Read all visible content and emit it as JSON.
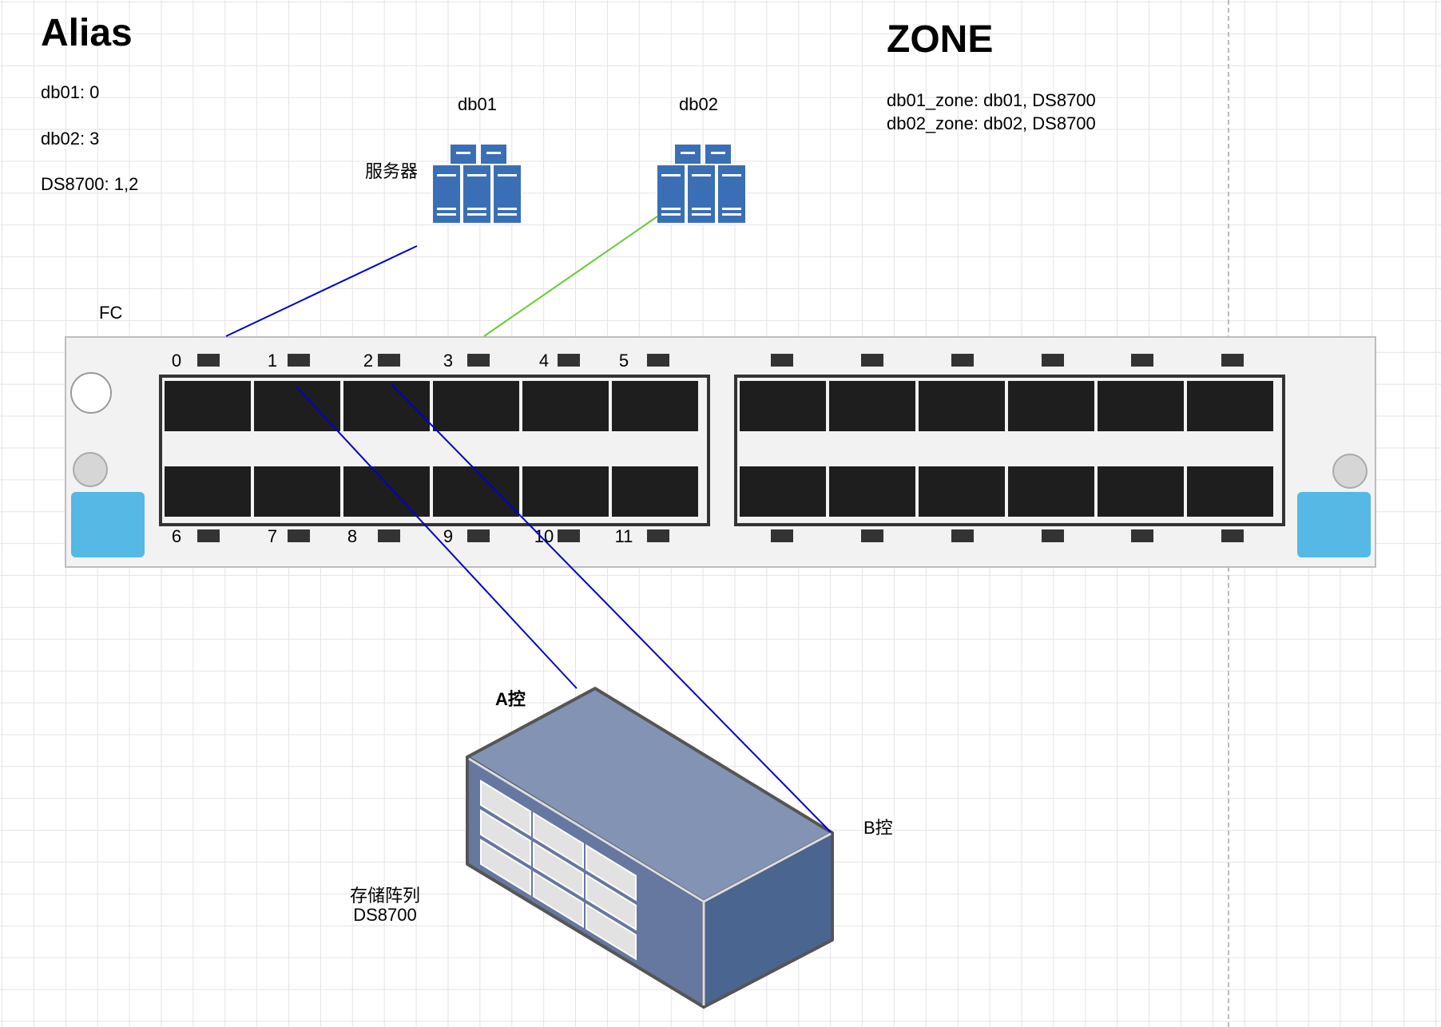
{
  "alias": {
    "title": "Alias",
    "entries": [
      "db01: 0",
      "db02: 3",
      "DS8700: 1,2"
    ]
  },
  "zone": {
    "title": "ZONE",
    "entries": [
      "db01_zone: db01, DS8700",
      "db02_zone: db02, DS8700"
    ]
  },
  "servers": {
    "db01": {
      "label": "db01",
      "caption": "服务器",
      "icon": "server-rack-icon"
    },
    "db02": {
      "label": "db02",
      "icon": "server-rack-icon"
    }
  },
  "switch": {
    "label": "FC",
    "top_ports": [
      "0",
      "1",
      "2",
      "3",
      "4",
      "5"
    ],
    "bottom_ports": [
      "6",
      "7",
      "8",
      "9",
      "10",
      "11"
    ]
  },
  "storage": {
    "name": "存储阵列",
    "model": "DS8700",
    "controller_a": "A控",
    "controller_b": "B控"
  },
  "colors": {
    "link_san": "#0000cc",
    "link_db02": "#66cc33",
    "server_blue": "#3a6fb5",
    "latch_blue": "#55b8e5",
    "storage_top": "#8393b3",
    "storage_front": "#6677a0",
    "storage_side": "#4a6590"
  }
}
